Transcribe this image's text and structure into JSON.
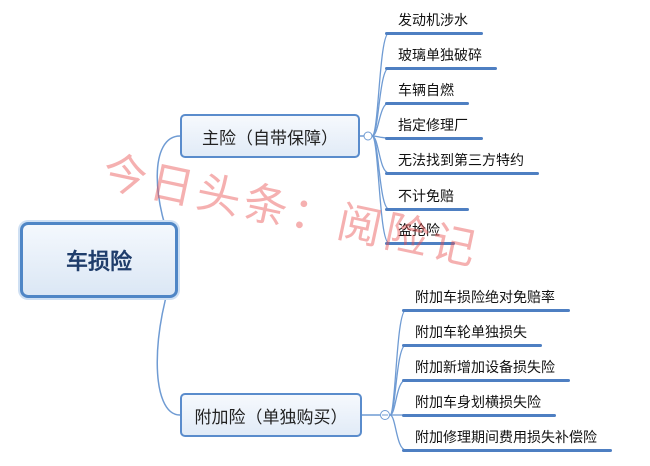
{
  "root": {
    "label": "车损险"
  },
  "main": {
    "label": "主险（自带保障）",
    "items": [
      "发动机涉水",
      "玻璃单独破碎",
      "车辆自燃",
      "指定修理厂",
      "无法找到第三方特约",
      "不计免赔",
      "盗抢险"
    ]
  },
  "addon": {
    "label": "附加险（单独购买）",
    "items": [
      "附加车损险绝对免赔率",
      "附加车轮单独损失",
      "附加新增加设备损失险",
      "附加车身划横损失险",
      "附加修理期间费用损失补偿险"
    ]
  },
  "watermark": "今日头条：阅险记",
  "colors": {
    "line": "#4e7fc2",
    "border": "#5a8ccc",
    "watermark": "#e85050"
  }
}
